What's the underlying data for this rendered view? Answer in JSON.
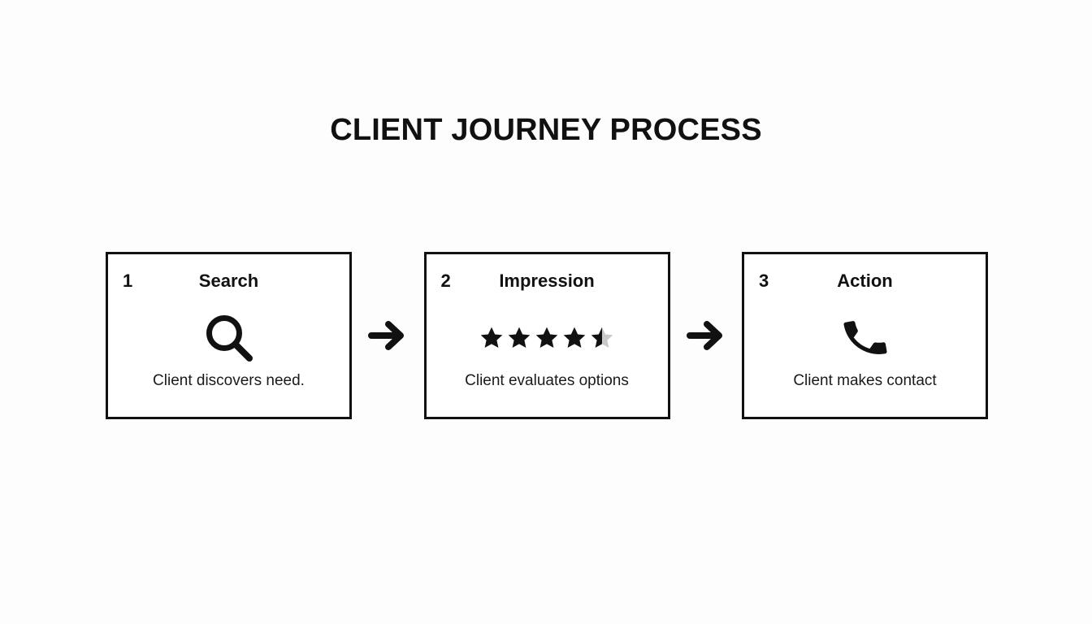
{
  "slide": {
    "title": "CLIENT JOURNEY PROCESS",
    "background_color": "#fdfdfd",
    "text_color": "#111111",
    "border_color": "#111111"
  },
  "steps": [
    {
      "number": "1",
      "title": "Search",
      "icon": "magnifying-glass-icon",
      "description": "Client discovers need."
    },
    {
      "number": "2",
      "title": "Impression",
      "icon": "star-rating-icon",
      "description": "Client evaluates options",
      "rating": {
        "value": 4.5,
        "max": 5,
        "filled_color": "#111111",
        "empty_color": "#c9c9c9"
      }
    },
    {
      "number": "3",
      "title": "Action",
      "icon": "phone-handset-icon",
      "description": "Client makes contact"
    }
  ],
  "connectors": [
    {
      "icon": "arrow-right-icon",
      "label": "step 1 to step 2"
    },
    {
      "icon": "arrow-right-icon",
      "label": "step 2 to step 3"
    }
  ]
}
